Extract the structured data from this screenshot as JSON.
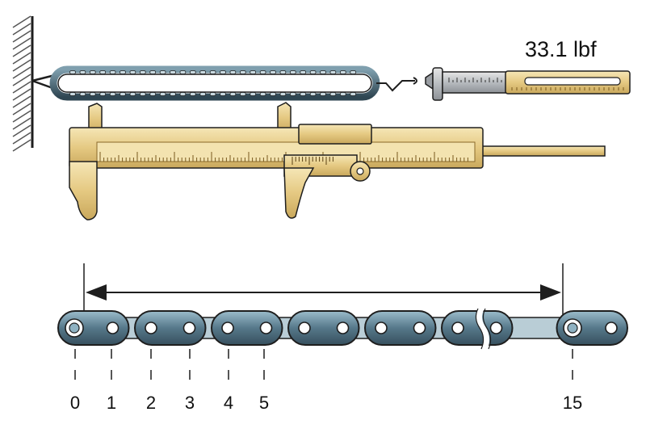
{
  "force_reading": {
    "value": 33.1,
    "unit": "lbf",
    "label": "33.1 lbf"
  },
  "pitch_labels": [
    "0",
    "1",
    "2",
    "3",
    "4",
    "5",
    "15"
  ],
  "colors": {
    "chain_plate": "#4f6d7d",
    "chain_plate_light": "#8fb2c2",
    "roller": "#b9cdd6",
    "caliper_body": "#e8cf90",
    "caliper_edge": "#8a6a2a",
    "outline": "#1e1e1e",
    "wall_hatch": "#555555"
  },
  "icons": {
    "wall": "wall-anchor-icon",
    "scale": "spring-scale-icon",
    "caliper": "vernier-caliper-icon",
    "chain": "roller-chain-icon"
  }
}
